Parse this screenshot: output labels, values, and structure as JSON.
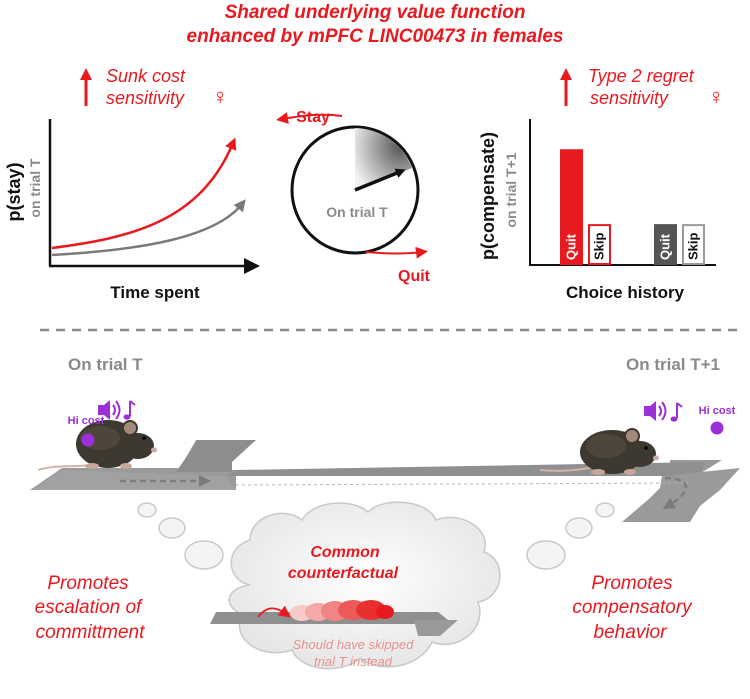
{
  "title": {
    "line1": "Shared underlying value function",
    "line2": "enhanced by mPFC LINC00473 in females"
  },
  "left_panel": {
    "heading_line1": "Sunk cost",
    "heading_line2": "sensitivity",
    "female_symbol": "♀",
    "ylabel_main": "p(stay)",
    "ylabel_sub": "on trial T",
    "xlabel": "Time spent",
    "colors": {
      "red": "#e8191f",
      "grey": "#7a7a7a"
    }
  },
  "middle_panel": {
    "stay_label": "Stay",
    "quit_label": "Quit",
    "clock_label": "On trial T"
  },
  "right_panel": {
    "heading_line1": "Type 2 regret",
    "heading_line2": "sensitivity",
    "female_symbol": "♀",
    "ylabel_main": "p(compensate)",
    "ylabel_sub": "on trial T+1",
    "xlabel": "Choice history",
    "chart_data": {
      "type": "bar",
      "categories": [
        "Quit",
        "Skip",
        "Quit",
        "Skip"
      ],
      "series": [
        {
          "values": [
            0.79,
            0.27,
            0.27,
            0.27
          ]
        }
      ],
      "ylim": [
        0,
        1
      ],
      "colors": [
        "#e8191f",
        "#ffffff",
        "#555555",
        "#ffffff"
      ],
      "edge_colors": [
        "#e8191f",
        "#e8191f",
        "#555555",
        "#9a9a9a"
      ]
    }
  },
  "bottom": {
    "trial_t_label": "On trial T",
    "trial_t1_label": "On trial T+1",
    "hi_cost_left": "Hi cost",
    "hi_cost_right": "Hi cost",
    "left_text": [
      "Promotes",
      "escalation of",
      "committment"
    ],
    "right_text": [
      "Promotes",
      "compensatory",
      "behavior"
    ],
    "cloud_title_line1": "Common",
    "cloud_title_line2": "counterfactual",
    "cloud_caption_line1": "Should have skipped",
    "cloud_caption_line2": "trial T instead"
  }
}
